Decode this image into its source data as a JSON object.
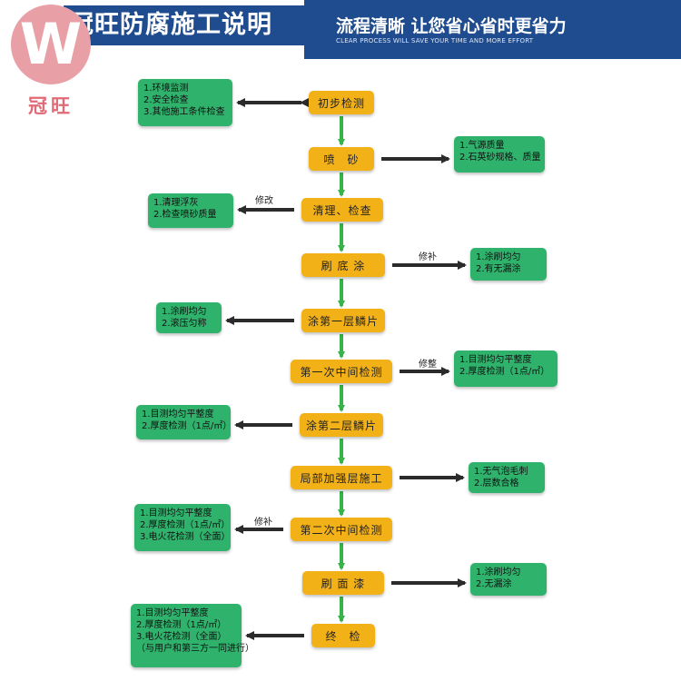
{
  "header": {
    "title": "冠旺防腐施工说明",
    "slogan": "流程清晰 让您省心省时更省力",
    "subtitle": "CLEAR PROCESS WILL SAVE YOUR TIME AND MORE EFFORT"
  },
  "logo": {
    "letter": "W",
    "text": "冠旺"
  },
  "colors": {
    "header_blue": "#1f4c8f",
    "step_orange": "#f3b118",
    "note_green": "#2fb36c",
    "flow_green": "#37b34a",
    "arrow_dark": "#2b2b2b"
  },
  "steps": [
    "初步检测",
    "喷　砂",
    "清理、检查",
    "刷 底 涂",
    "涂第一层鳞片",
    "第一次中间检测",
    "涂第二层鳞片",
    "局部加强层施工",
    "第二次中间检测",
    "刷 面 漆",
    "终　检"
  ],
  "notes": [
    {
      "lines": [
        "1.环境监测",
        "2.安全检查",
        "3.其他施工条件检查"
      ]
    },
    {
      "lines": [
        "1.气源质量",
        "2.石英砂规格、质量"
      ]
    },
    {
      "lines": [
        "1.清理浮灰",
        "2.检查喷砂质量"
      ]
    },
    {
      "lines": [
        "1.涂刷均匀",
        "2.有无漏涂"
      ]
    },
    {
      "lines": [
        "1.涂刷均匀",
        "2.滚压匀称"
      ]
    },
    {
      "lines": [
        "1.目测均匀平整度",
        "2.厚度检测（1点/㎡）"
      ]
    },
    {
      "lines": [
        "1.目测均匀平整度",
        "2.厚度检测（1点/㎡）"
      ]
    },
    {
      "lines": [
        "1.无气泡毛刺",
        "2.层数合格"
      ]
    },
    {
      "lines": [
        "1.目测均匀平整度",
        "2.厚度检测（1点/㎡）",
        "3.电火花检测（全面）"
      ]
    },
    {
      "lines": [
        "1.涂刷均匀",
        "2.无漏涂"
      ]
    },
    {
      "lines": [
        "1.目测均匀平整度",
        "2.厚度检测（1点/㎡）",
        "3.电火花检测（全面）",
        "（与用户和第三方一同进行）"
      ]
    }
  ],
  "arrow_labels": [
    "修改",
    "修补",
    "修整",
    "修补"
  ]
}
